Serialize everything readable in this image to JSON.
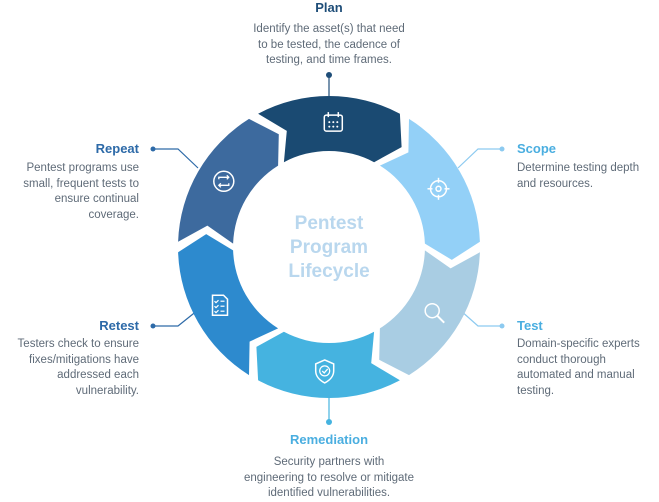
{
  "center_title": [
    "Pentest",
    "Program",
    "Lifecycle"
  ],
  "stages": [
    {
      "key": "plan",
      "title": "Plan",
      "lines": [
        "Identify the asset(s) that need",
        "to be tested, the cadence of",
        "testing, and time frames."
      ],
      "color": "#1a4a72",
      "icon": "calendar-icon"
    },
    {
      "key": "scope",
      "title": "Scope",
      "lines": [
        "Determine testing depth",
        "and resources."
      ],
      "color": "#93d0f7",
      "icon": "target-icon"
    },
    {
      "key": "test",
      "title": "Test",
      "lines": [
        "Domain-specific experts",
        "conduct thorough",
        "automated and manual",
        "testing."
      ],
      "color": "#a9cde3",
      "icon": "magnifier-icon"
    },
    {
      "key": "remediation",
      "title": "Remediation",
      "lines": [
        "Security partners with",
        "engineering to resolve or mitigate",
        "identified vulnerabilities."
      ],
      "color": "#45b3e0",
      "icon": "shield-check-icon"
    },
    {
      "key": "retest",
      "title": "Retest",
      "lines": [
        "Testers check to ensure",
        "fixes/mitigations have",
        "addressed each",
        "vulnerability."
      ],
      "color": "#2d8ace",
      "icon": "checklist-icon"
    },
    {
      "key": "repeat",
      "title": "Repeat",
      "lines": [
        "Pentest programs use",
        "small, frequent tests to",
        "ensure continual",
        "coverage."
      ],
      "color": "#3d6a9e",
      "icon": "repeat-icon"
    }
  ]
}
